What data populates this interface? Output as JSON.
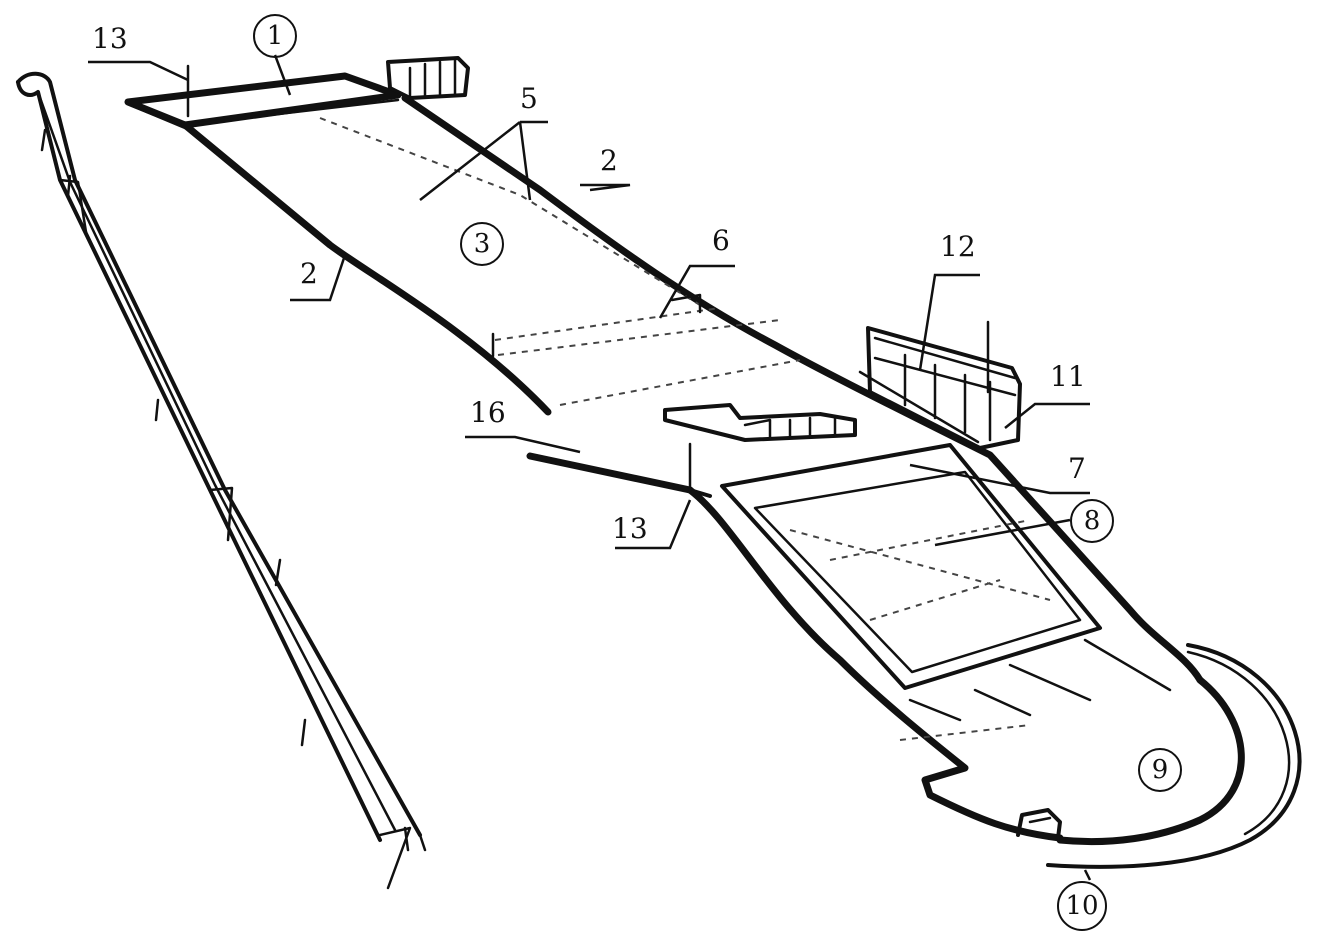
{
  "labels": {
    "n1": "1",
    "n2a": "2",
    "n2b": "2",
    "n3": "3",
    "n5": "5",
    "n6": "6",
    "n7": "7",
    "n8": "8",
    "n9": "9",
    "n10": "10",
    "n11": "11",
    "n12": "12",
    "n13a": "13",
    "n13b": "13",
    "n16": "16"
  }
}
